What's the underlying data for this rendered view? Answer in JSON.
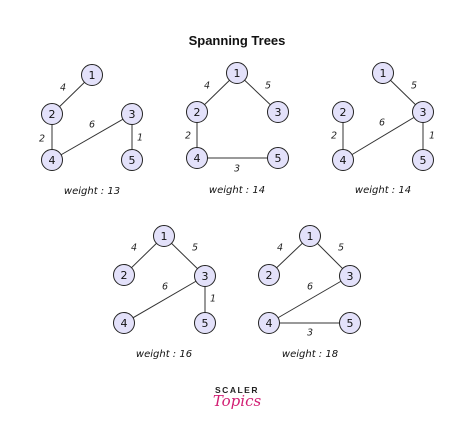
{
  "title": "Spanning Trees",
  "trees": [
    {
      "weight_label": "weight : 13",
      "nodes": [
        {
          "id": "1",
          "label": "1"
        },
        {
          "id": "2",
          "label": "2"
        },
        {
          "id": "3",
          "label": "3"
        },
        {
          "id": "4",
          "label": "4"
        },
        {
          "id": "5",
          "label": "5"
        }
      ],
      "edges": [
        {
          "from": "1",
          "to": "2",
          "w": "4"
        },
        {
          "from": "2",
          "to": "4",
          "w": "2"
        },
        {
          "from": "4",
          "to": "3",
          "w": "6"
        },
        {
          "from": "3",
          "to": "5",
          "w": "1"
        }
      ]
    },
    {
      "weight_label": "weight : 14",
      "nodes": [
        {
          "id": "1",
          "label": "1"
        },
        {
          "id": "2",
          "label": "2"
        },
        {
          "id": "3",
          "label": "3"
        },
        {
          "id": "4",
          "label": "4"
        },
        {
          "id": "5",
          "label": "5"
        }
      ],
      "edges": [
        {
          "from": "1",
          "to": "2",
          "w": "4"
        },
        {
          "from": "1",
          "to": "3",
          "w": "5"
        },
        {
          "from": "2",
          "to": "4",
          "w": "2"
        },
        {
          "from": "4",
          "to": "5",
          "w": "3"
        }
      ]
    },
    {
      "weight_label": "weight : 14",
      "nodes": [
        {
          "id": "1",
          "label": "1"
        },
        {
          "id": "2",
          "label": "2"
        },
        {
          "id": "3",
          "label": "3"
        },
        {
          "id": "4",
          "label": "4"
        },
        {
          "id": "5",
          "label": "5"
        }
      ],
      "edges": [
        {
          "from": "1",
          "to": "3",
          "w": "5"
        },
        {
          "from": "2",
          "to": "4",
          "w": "2"
        },
        {
          "from": "4",
          "to": "3",
          "w": "6"
        },
        {
          "from": "3",
          "to": "5",
          "w": "1"
        }
      ]
    },
    {
      "weight_label": "weight : 16",
      "nodes": [
        {
          "id": "1",
          "label": "1"
        },
        {
          "id": "2",
          "label": "2"
        },
        {
          "id": "3",
          "label": "3"
        },
        {
          "id": "4",
          "label": "4"
        },
        {
          "id": "5",
          "label": "5"
        }
      ],
      "edges": [
        {
          "from": "1",
          "to": "2",
          "w": "4"
        },
        {
          "from": "1",
          "to": "3",
          "w": "5"
        },
        {
          "from": "4",
          "to": "3",
          "w": "6"
        },
        {
          "from": "3",
          "to": "5",
          "w": "1"
        }
      ]
    },
    {
      "weight_label": "weight : 18",
      "nodes": [
        {
          "id": "1",
          "label": "1"
        },
        {
          "id": "2",
          "label": "2"
        },
        {
          "id": "3",
          "label": "3"
        },
        {
          "id": "4",
          "label": "4"
        },
        {
          "id": "5",
          "label": "5"
        }
      ],
      "edges": [
        {
          "from": "1",
          "to": "2",
          "w": "4"
        },
        {
          "from": "1",
          "to": "3",
          "w": "5"
        },
        {
          "from": "4",
          "to": "3",
          "w": "6"
        },
        {
          "from": "4",
          "to": "5",
          "w": "3"
        }
      ]
    }
  ],
  "logo": {
    "line1": "SCALER",
    "line2": "Topics"
  }
}
